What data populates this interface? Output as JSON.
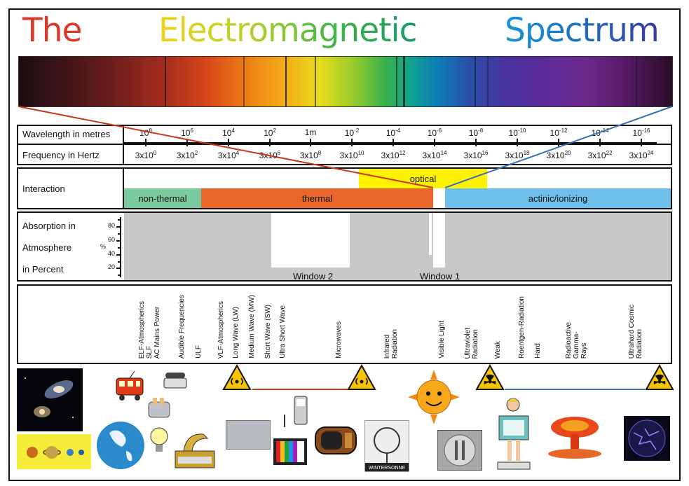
{
  "title": {
    "word1": "The",
    "word2": "Electromagnetic",
    "word3": "Spectrum",
    "word1_color": "#d9382a",
    "word3_color": "#1a84c4"
  },
  "rows": {
    "wavelength_label": "Wavelength in metres",
    "frequency_label": "Frequency in Hertz",
    "interaction_label": "Interaction",
    "absorption_label_1": "Absorption in",
    "absorption_label_2": "Atmosphere",
    "absorption_label_3": "in Percent",
    "percent_sign": "%"
  },
  "wavelengths": [
    {
      "base": "10",
      "exp": "8"
    },
    {
      "base": "10",
      "exp": "6"
    },
    {
      "base": "10",
      "exp": "4"
    },
    {
      "base": "10",
      "exp": "2"
    },
    {
      "base": "1m",
      "exp": ""
    },
    {
      "base": "10",
      "exp": "-2"
    },
    {
      "base": "10",
      "exp": "-4"
    },
    {
      "base": "10",
      "exp": "-6"
    },
    {
      "base": "10",
      "exp": "-8"
    },
    {
      "base": "10",
      "exp": "-10"
    },
    {
      "base": "10",
      "exp": "-12"
    },
    {
      "base": "10",
      "exp": "-14"
    },
    {
      "base": "10",
      "exp": "-16"
    }
  ],
  "frequencies": [
    {
      "base": "3x10",
      "exp": "0"
    },
    {
      "base": "3x10",
      "exp": "2"
    },
    {
      "base": "3x10",
      "exp": "4"
    },
    {
      "base": "3x10",
      "exp": "6"
    },
    {
      "base": "3x10",
      "exp": "8"
    },
    {
      "base": "3x10",
      "exp": "10"
    },
    {
      "base": "3x10",
      "exp": "12"
    },
    {
      "base": "3x10",
      "exp": "14"
    },
    {
      "base": "3x10",
      "exp": "16"
    },
    {
      "base": "3x10",
      "exp": "18"
    },
    {
      "base": "3x10",
      "exp": "20"
    },
    {
      "base": "3x10",
      "exp": "22"
    },
    {
      "base": "3x10",
      "exp": "24"
    }
  ],
  "interaction": {
    "optical": "optical",
    "non_thermal": "non-thermal",
    "thermal": "thermal",
    "actinic": "actinic/ionizing",
    "colors": {
      "optical": "#fff200",
      "non_thermal": "#7ccaa0",
      "thermal": "#e8662a",
      "actinic": "#6ec0ea"
    }
  },
  "absorption": {
    "ticks": [
      "80",
      "60",
      "40",
      "20"
    ],
    "window2": "Window 2",
    "window1": "Window 1"
  },
  "regions": [
    "ELF-Atmospherics\nSLF\nAC Mains Power",
    "Audible Frequencies",
    "ULF",
    "VLF-Atmospherics",
    "Long Wave (LW)",
    "Medium Wave (MW)",
    "Short Wave (SW)",
    "Ultra Short Wave",
    "Microwaves",
    "Infrared\nRadiation",
    "Visible Light",
    "Ultraviolet\nRadiation",
    "Weak",
    "Roentgen-Radiation",
    "Hard",
    "Radioactive\nGamma-\nRays",
    "Ultrahard Cosmic\nRadiation"
  ],
  "images": {
    "wintersonne": "WINTERSONNE"
  },
  "icons": [
    "radio-wave-warning-icon",
    "radiation-warning-icon"
  ],
  "colors": {
    "red_line": "#c8361e",
    "blue_line": "#3a6fb0"
  }
}
